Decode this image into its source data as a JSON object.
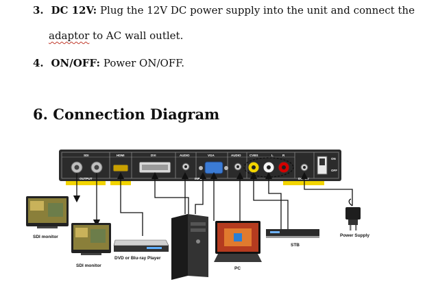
{
  "items": [
    {
      "number": "3.",
      "term": "DC 12V:",
      "line1": "Plug the 12V DC power supply into the unit and connect the",
      "line2_flagged": "adaptor",
      "line2_rest": " to AC wall outlet."
    },
    {
      "number": "4.",
      "term": "ON/OFF:",
      "text": "Power ON/OFF."
    }
  ],
  "section": {
    "title": "6. Connection Diagram"
  },
  "diagram": {
    "panel_labels": {
      "sdi": "SDI",
      "hdmi": "HDMI",
      "dvi": "DVI",
      "audio_1": "AUDIO",
      "vga": "VGA",
      "audio_2": "AUDIO",
      "cvbs": "CVBS",
      "l": "L",
      "r": "R",
      "on": "ON",
      "off": "OFF",
      "output": "OUTPUT",
      "input": "INPUT",
      "dc": "DC 12V"
    },
    "device_labels": {
      "sdi_monitor_1": "SDI monitor",
      "sdi_monitor_2": "SDI monitor",
      "dvd_player": "DVD or Blu-ray Player",
      "pc": "PC",
      "stb": "STB",
      "power_supply": "Power Supply"
    },
    "colors": {
      "panel": "#2b2b2b",
      "highlight": "#f2d400",
      "cable": "#111111"
    }
  }
}
